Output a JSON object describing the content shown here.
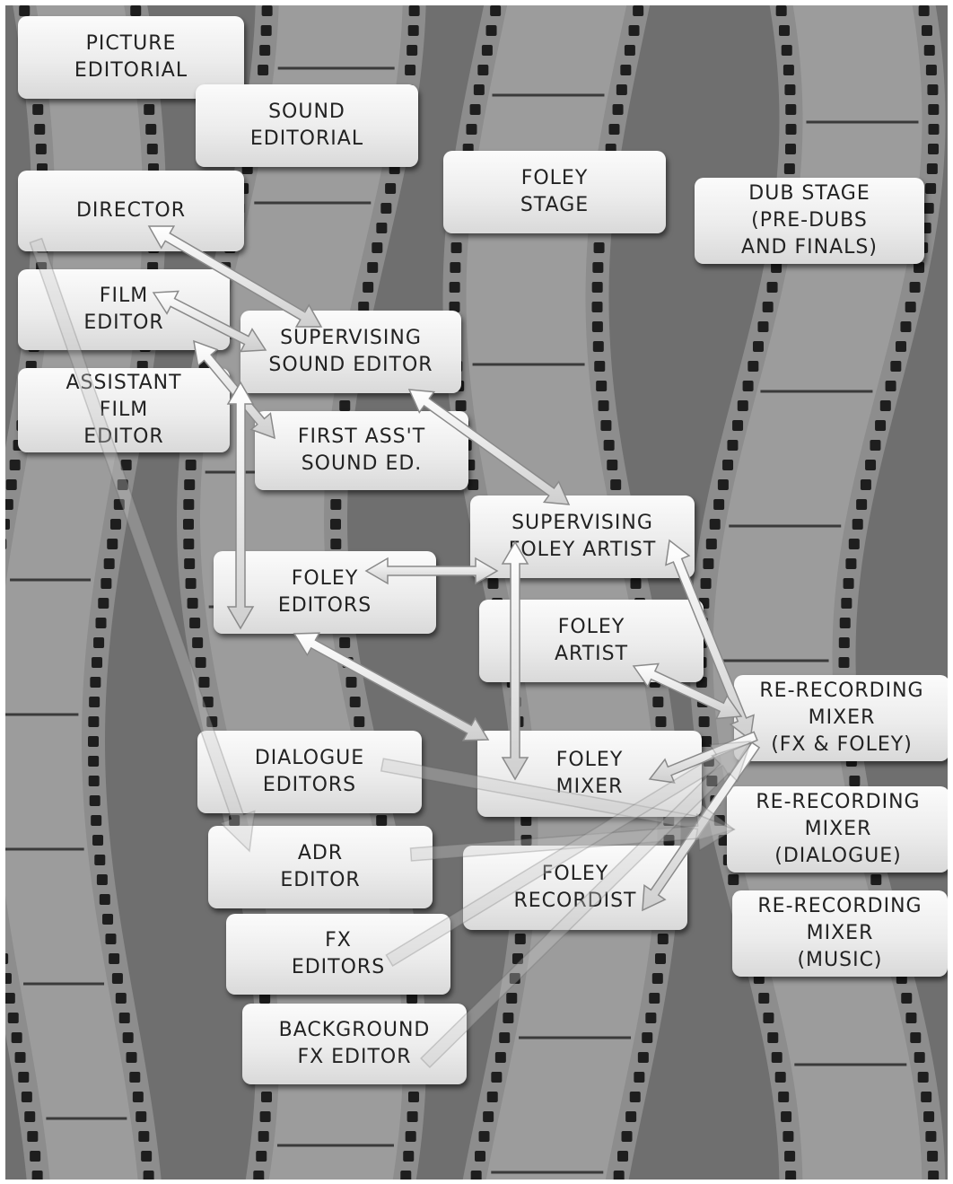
{
  "diagram": {
    "colors": {
      "background": "#6f6f6f",
      "film_strip": "#8d8d8d",
      "film_frame": "#9c9c9c",
      "perforation": "#1e1e1e",
      "box_fill": "#f2f2f2",
      "arrow_fill": "#e2e2e2",
      "arrow_stroke": "#8a8a8a"
    },
    "nodes": {
      "picture_editorial": "PICTURE\nEDITORIAL",
      "sound_editorial": "SOUND\nEDITORIAL",
      "director": "DIRECTOR",
      "foley_stage": "FOLEY\nSTAGE",
      "dub_stage": "DUB STAGE\n(PRE-DUBS\nAND FINALS)",
      "film_editor": "FILM\nEDITOR",
      "supervising_sound_editor": "SUPERVISING\nSOUND EDITOR",
      "assistant_film_editor": "ASSISTANT\nFILM\nEDITOR",
      "first_asst_sound_ed": "FIRST ASS'T\nSOUND ED.",
      "supervising_foley_artist": "SUPERVISING\nFOLEY ARTIST",
      "foley_editors": "FOLEY\nEDITORS",
      "foley_artist": "FOLEY\nARTIST",
      "rerecording_mixer_fx_foley": "RE-RECORDING\nMIXER\n(FX & FOLEY)",
      "dialogue_editors": "DIALOGUE\nEDITORS",
      "foley_mixer": "FOLEY\nMIXER",
      "rerecording_mixer_dialogue": "RE-RECORDING\nMIXER\n(DIALOGUE)",
      "adr_editor": "ADR\nEDITOR",
      "foley_recordist": "FOLEY\nRECORDIST",
      "rerecording_mixer_music": "RE-RECORDING\nMIXER\n(MUSIC)",
      "fx_editors": "FX\nEDITORS",
      "background_fx_editor": "BACKGROUND\nFX EDITOR"
    },
    "links": [
      {
        "from": "director",
        "to": "supervising_sound_editor",
        "kind": "two-way"
      },
      {
        "from": "film_editor",
        "to": "supervising_sound_editor",
        "kind": "two-way"
      },
      {
        "from": "film_editor",
        "to": "first_asst_sound_ed",
        "kind": "two-way"
      },
      {
        "from": "supervising_sound_editor",
        "to": "supervising_foley_artist",
        "kind": "two-way"
      },
      {
        "from": "first_asst_sound_ed",
        "to": "foley_editors",
        "kind": "two-way"
      },
      {
        "from": "foley_editors",
        "to": "supervising_foley_artist",
        "kind": "two-way"
      },
      {
        "from": "supervising_foley_artist",
        "to": "foley_mixer",
        "kind": "two-way"
      },
      {
        "from": "foley_editors",
        "to": "foley_mixer",
        "kind": "two-way"
      },
      {
        "from": "supervising_foley_artist",
        "to": "rerecording_mixer_fx_foley",
        "kind": "two-way"
      },
      {
        "from": "foley_artist",
        "to": "rerecording_mixer_fx_foley",
        "kind": "two-way"
      },
      {
        "from": "rerecording_mixer_fx_foley",
        "to": "foley_mixer",
        "kind": "one-way"
      },
      {
        "from": "rerecording_mixer_fx_foley",
        "to": "foley_recordist",
        "kind": "one-way"
      },
      {
        "from": "director",
        "to": "adr_editor",
        "kind": "faint"
      },
      {
        "from": "dialogue_editors",
        "to": "rerecording_mixer_dialogue",
        "kind": "faint"
      },
      {
        "from": "adr_editor",
        "to": "rerecording_mixer_dialogue",
        "kind": "faint"
      },
      {
        "from": "fx_editors",
        "to": "rerecording_mixer_fx_foley",
        "kind": "faint"
      },
      {
        "from": "background_fx_editor",
        "to": "rerecording_mixer_fx_foley",
        "kind": "faint"
      }
    ]
  }
}
